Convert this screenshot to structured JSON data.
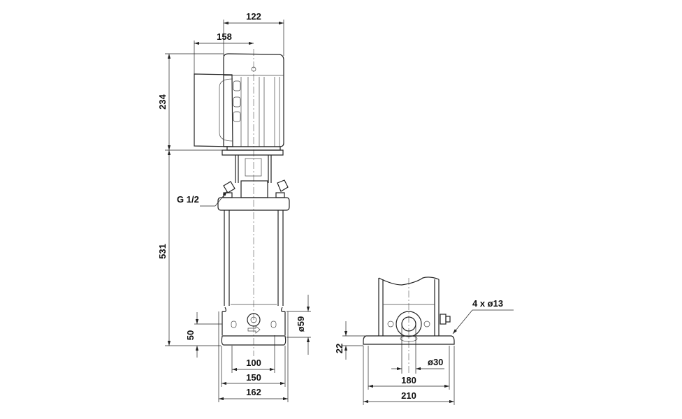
{
  "drawing": {
    "front_view": {
      "dimensions": {
        "motor_width": "122",
        "terminal_box_offset": "158",
        "motor_height": "234",
        "pump_height": "531",
        "inlet_height": "50",
        "port_diameter": "ø59",
        "port_spacing": "100",
        "base_inner_width": "150",
        "base_width": "162"
      },
      "callouts": {
        "drain_thread": "G 1/2"
      }
    },
    "side_view": {
      "dimensions": {
        "foot_height": "22",
        "hole_diameter": "ø30",
        "hole_spacing": "180",
        "foot_width": "210"
      },
      "callouts": {
        "mounting_holes": "4 x ø13"
      }
    }
  }
}
